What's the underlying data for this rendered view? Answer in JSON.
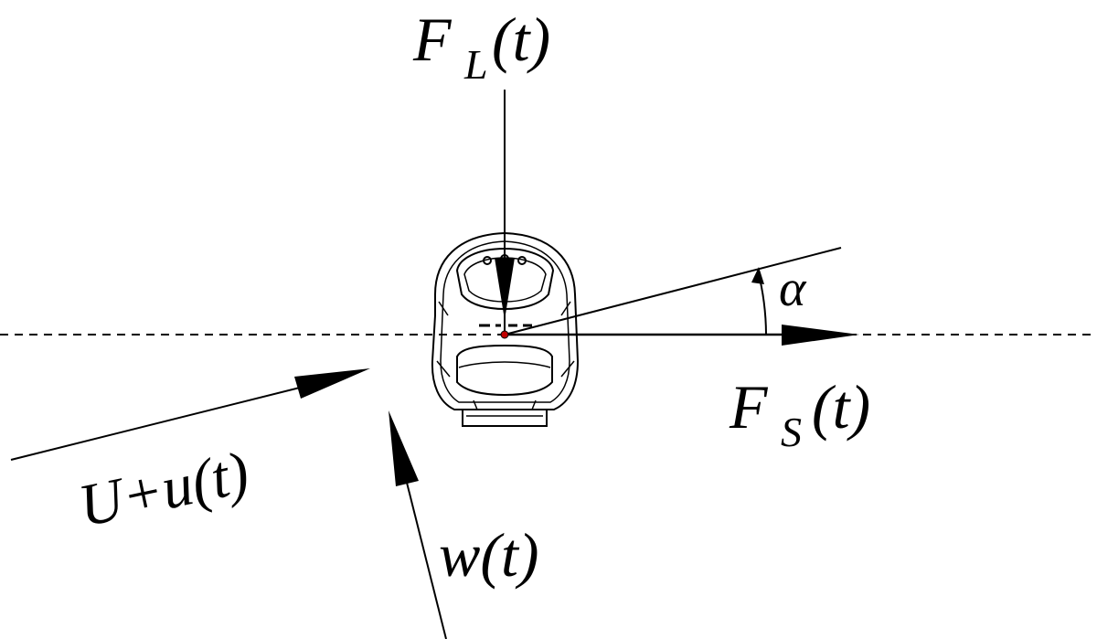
{
  "labels": {
    "lift": {
      "main": "F",
      "sub": "L",
      "arg": "(t)"
    },
    "side": {
      "main": "F",
      "sub": "S",
      "arg": "(t)"
    },
    "wind_speed": {
      "main": "U+u",
      "arg": "(t)"
    },
    "vertical_wind": {
      "main": "w",
      "arg": "(t)"
    },
    "angle": "α"
  },
  "colors": {
    "ink": "#000000",
    "center_point": "#c00000"
  }
}
